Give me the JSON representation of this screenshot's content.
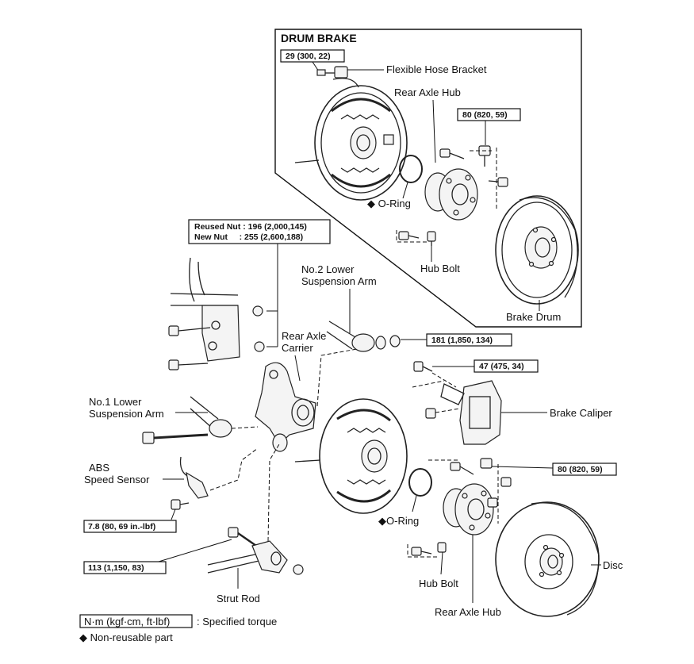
{
  "drum_brake": {
    "title": "DRUM BRAKE",
    "torque_bracket": "29 (300, 22)",
    "flexible_hose_bracket": "Flexible Hose Bracket",
    "rear_axle_hub": "Rear Axle Hub",
    "torque_hub": "80 (820, 59)",
    "o_ring": "O-Ring",
    "hub_bolt": "Hub Bolt",
    "brake_drum": "Brake Drum"
  },
  "nut_torque": {
    "reused": "Reused Nut : 196 (2,000,145)",
    "new": "New Nut     : 255 (2,600,188)"
  },
  "labels": {
    "no2_lower_arm_line1": "No.2 Lower",
    "no2_lower_arm_line2": "Suspension Arm",
    "rear_axle_carrier_line1": "Rear Axle",
    "rear_axle_carrier_line2": "Carrier",
    "torque_arm2": "181 (1,850, 134)",
    "torque_caliper": "47 (475, 34)",
    "no1_lower_arm_line1": "No.1 Lower",
    "no1_lower_arm_line2": "Suspension Arm",
    "brake_caliper": "Brake Caliper",
    "abs_line1": "ABS",
    "abs_line2": "Speed Sensor",
    "torque_hub_disc": "80 (820, 59)",
    "torque_abs": "7.8 (80, 69 in.-lbf)",
    "o_ring_disc": "O-Ring",
    "torque_strut": "113 (1,150, 83)",
    "hub_bolt_disc": "Hub Bolt",
    "disc": "Disc",
    "strut_rod": "Strut Rod",
    "rear_axle_hub_disc": "Rear Axle Hub"
  },
  "legend": {
    "unit": "N·m (kgf·cm, ft·lbf)",
    "specified": ": Specified torque",
    "non_reusable": "Non-reusable part"
  }
}
